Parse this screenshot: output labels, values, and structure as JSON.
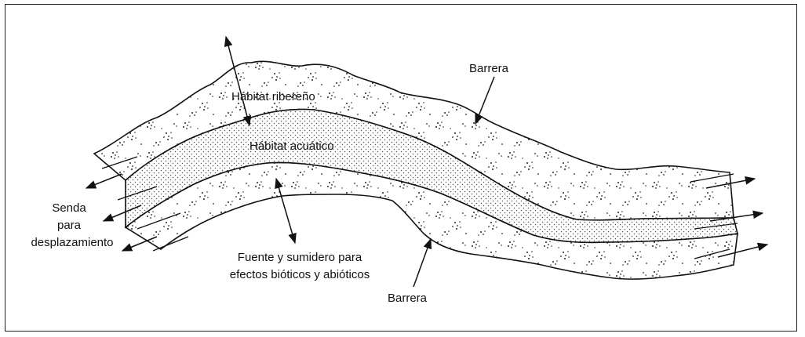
{
  "labels": {
    "riparian_habitat": "Hábitat ribereño",
    "aquatic_habitat": "Hábitat acuático",
    "barrier_top": "Barrera",
    "barrier_bottom": "Barrera",
    "corridor_line1": "Senda",
    "corridor_line2": "para",
    "corridor_line3": "desplazamiento",
    "source_sink_line1": "Fuente y sumidero para",
    "source_sink_line2": "efectos bióticos y abióticos"
  },
  "colors": {
    "line": "#111111",
    "background": "#ffffff"
  }
}
